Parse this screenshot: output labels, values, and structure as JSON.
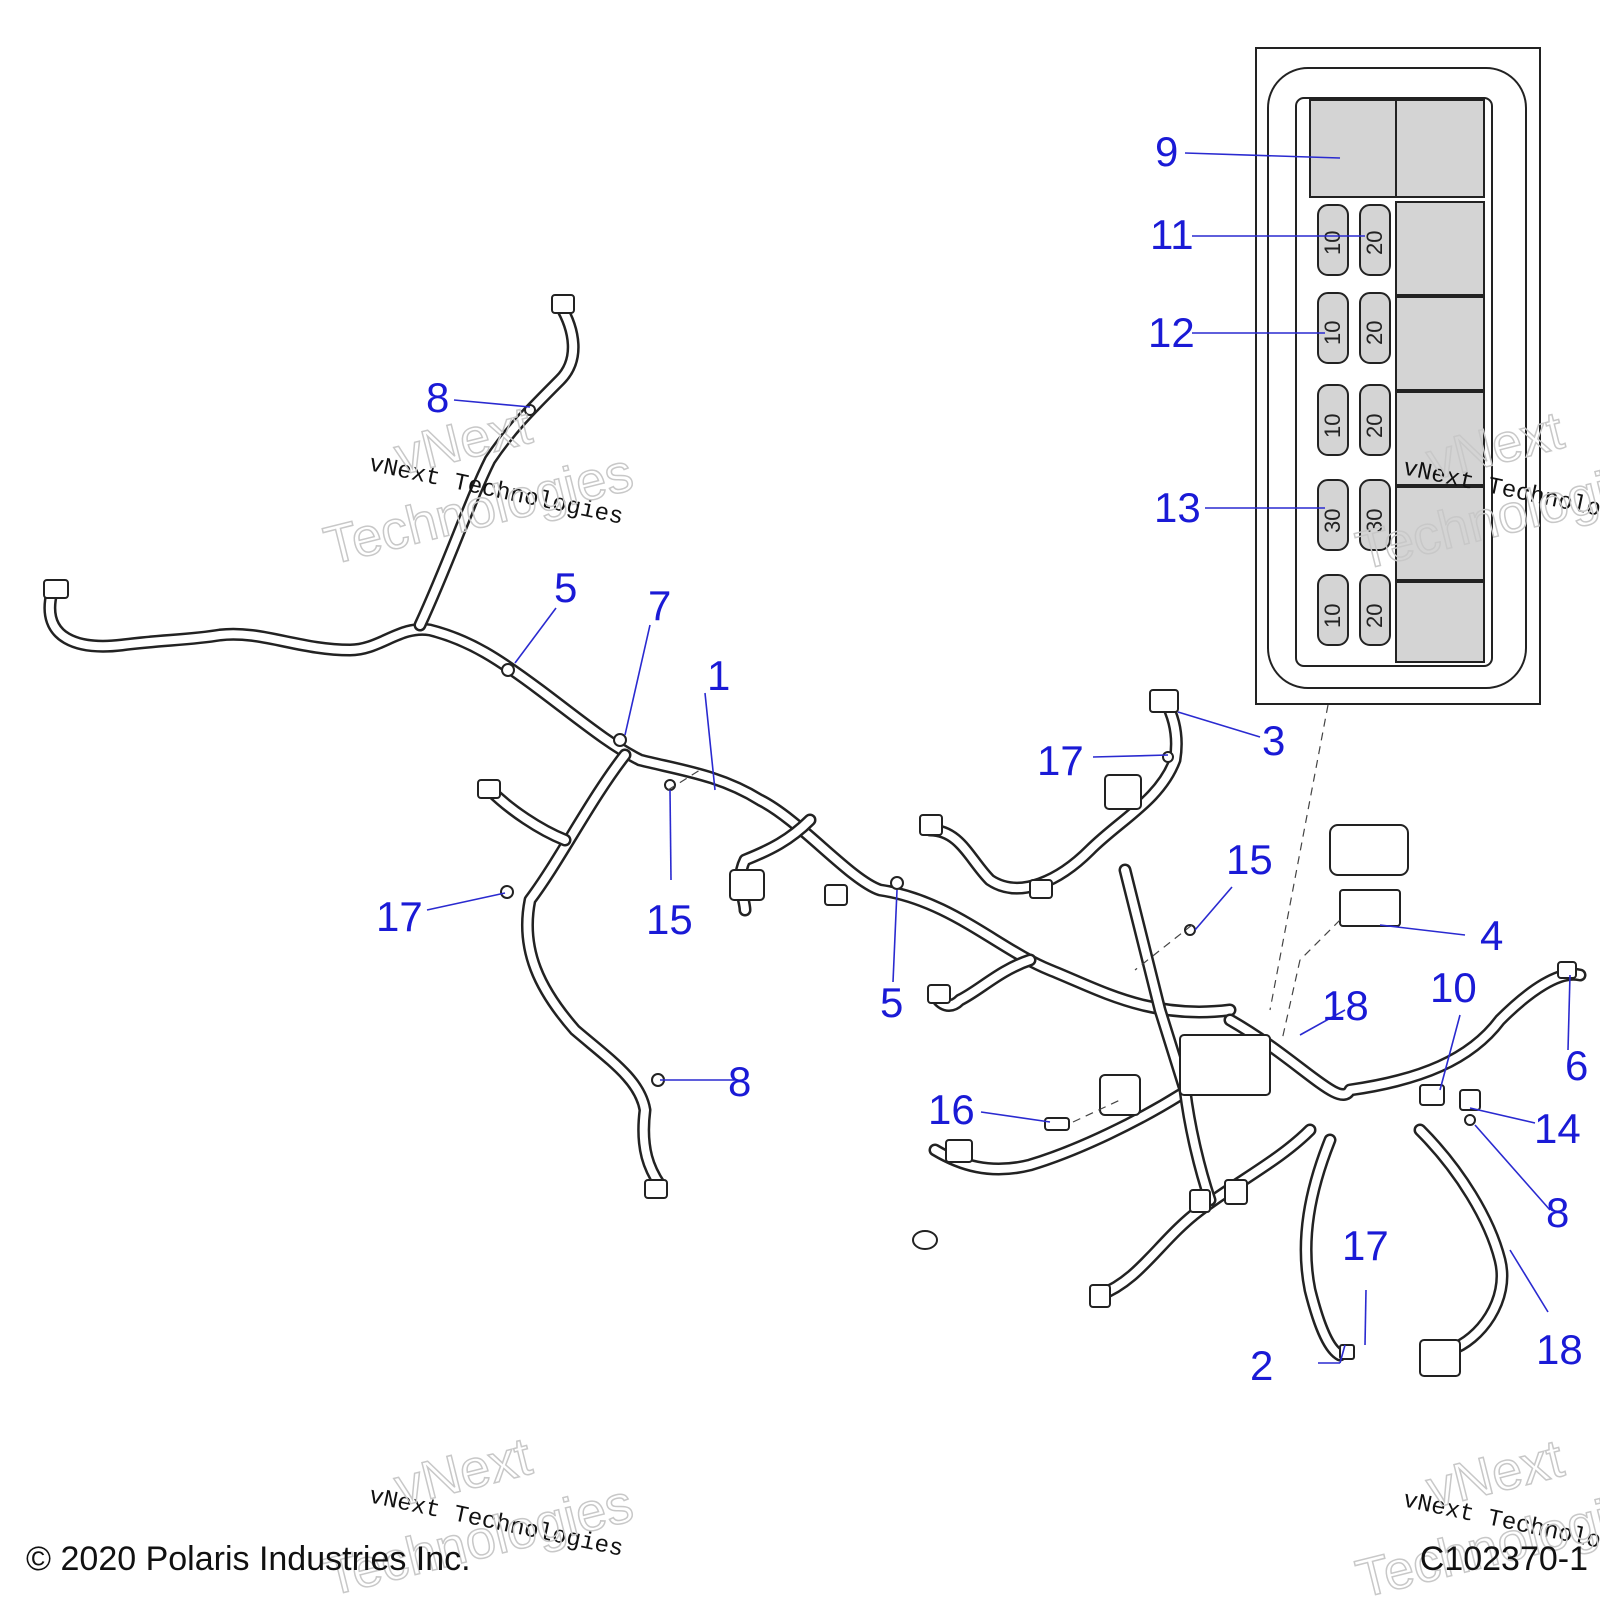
{
  "callouts": {
    "c1": "1",
    "c2": "2",
    "c3": "3",
    "c4": "4",
    "c5a": "5",
    "c5b": "5",
    "c6": "6",
    "c7": "7",
    "c8a": "8",
    "c8b": "8",
    "c8c": "8",
    "c9": "9",
    "c10": "10",
    "c11": "11",
    "c12": "12",
    "c13": "13",
    "c14": "14",
    "c15a": "15",
    "c15b": "15",
    "c16": "16",
    "c17a": "17",
    "c17b": "17",
    "c17c": "17",
    "c18a": "18",
    "c18b": "18"
  },
  "fuse_box": {
    "ratings": [
      "10",
      "20",
      "10",
      "20",
      "10",
      "20",
      "30",
      "30",
      "10",
      "20"
    ]
  },
  "watermark": {
    "script": "vNext Technologies",
    "outline_line1": "vNext",
    "outline_line2": "Technologies"
  },
  "footer": {
    "copyright": "© 2020 Polaris Industries Inc.",
    "figure_id": "C102370-1"
  },
  "colors": {
    "callout": "#1a1ad6",
    "line_art": "#222222"
  }
}
